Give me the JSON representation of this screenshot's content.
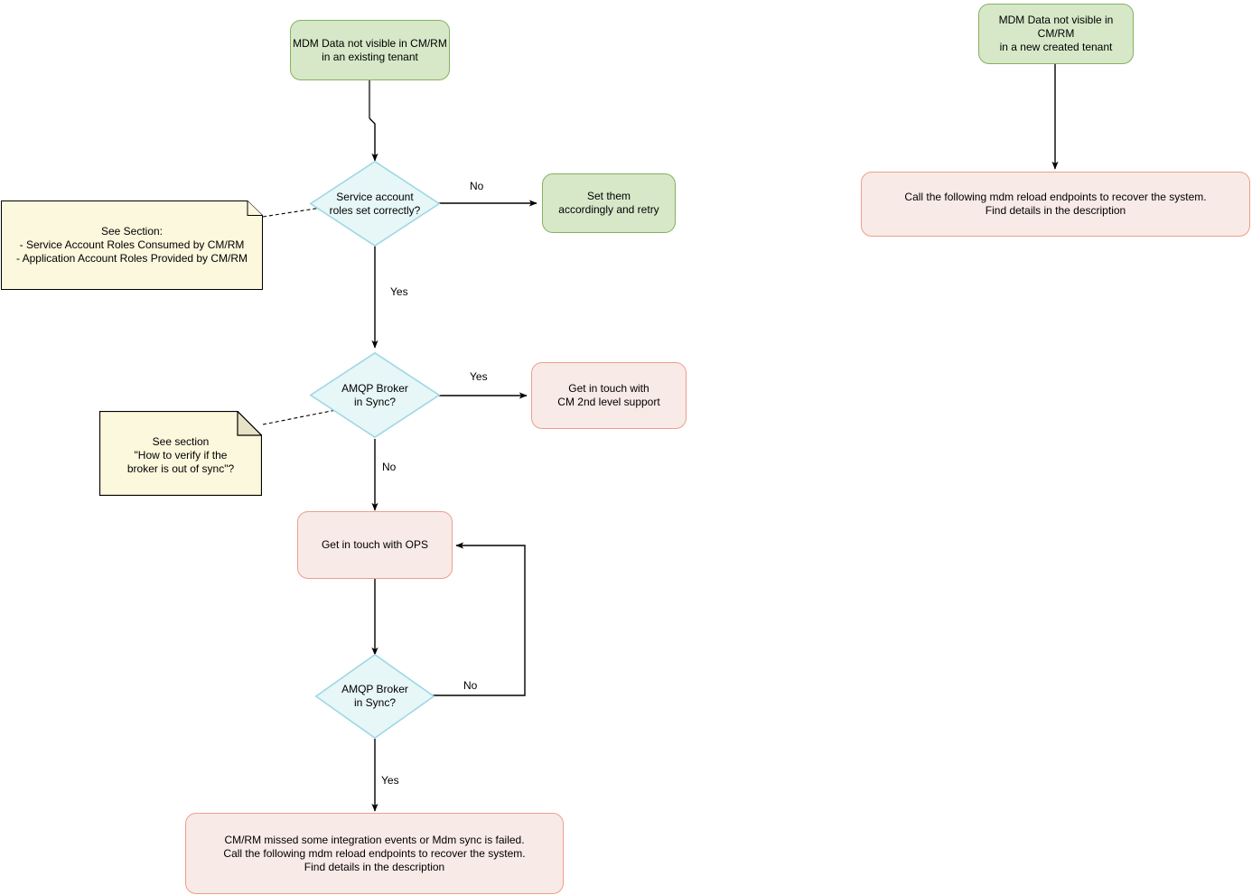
{
  "diagram": {
    "title": "MDM Data not visible in CM/RM troubleshooting flowchart",
    "colors": {
      "green_fill": "#d6e8c8",
      "green_border": "#86b15f",
      "pink_fill": "#f8eae6",
      "pink_border": "#ee9e8c",
      "diamond_fill": "#e7f6f6",
      "diamond_border": "#9ed7e6",
      "note_fill": "#fbf8dd",
      "note_border": "#000000",
      "edge_stroke": "#000000",
      "background": "#ffffff"
    },
    "nodes": {
      "start_existing_tenant": {
        "label": "MDM Data not visible in CM/RM\nin an existing tenant",
        "shape": "rounded-rectangle",
        "fill": "green"
      },
      "decision_service_account_roles": {
        "label": "Service account\nroles set correctly?",
        "shape": "diamond",
        "fill": "blue"
      },
      "action_set_them": {
        "label": "Set them\naccordingly and retry",
        "shape": "rounded-rectangle",
        "fill": "green"
      },
      "note_service_account_roles": {
        "label": "See Section:\n- Service Account Roles Consumed by CM/RM\n- Application Account Roles Provided by CM/RM",
        "shape": "note"
      },
      "decision_amqp_broker_1": {
        "label": "AMQP Broker\nin Sync?",
        "shape": "diamond",
        "fill": "blue"
      },
      "action_cm_2nd_level": {
        "label": "Get in touch with\nCM 2nd level support",
        "shape": "rounded-rectangle",
        "fill": "pink"
      },
      "note_how_to_verify": {
        "label": "See section\n\"How to verify if the\nbroker is out of sync\"?",
        "shape": "note"
      },
      "action_get_in_touch_ops": {
        "label": "Get in touch with OPS",
        "shape": "rounded-rectangle",
        "fill": "pink"
      },
      "decision_amqp_broker_2": {
        "label": "AMQP Broker\nin Sync?",
        "shape": "diamond",
        "fill": "blue"
      },
      "action_reload_endpoints_existing": {
        "label": "CM/RM missed some integration events or Mdm sync is failed.\nCall the following mdm reload endpoints to recover the system.\nFind details in the description",
        "shape": "rounded-rectangle",
        "fill": "pink"
      },
      "start_new_tenant": {
        "label": "MDM Data not visible in CM/RM\nin a new created tenant",
        "shape": "rounded-rectangle",
        "fill": "green"
      },
      "action_reload_endpoints_new": {
        "label": "Call the following mdm reload endpoints to recover the system.\nFind details in the description",
        "shape": "rounded-rectangle",
        "fill": "pink"
      }
    },
    "edge_labels": {
      "roles_no": "No",
      "roles_yes": "Yes",
      "broker1_yes": "Yes",
      "broker1_no": "No",
      "broker2_no": "No",
      "broker2_yes": "Yes"
    }
  }
}
